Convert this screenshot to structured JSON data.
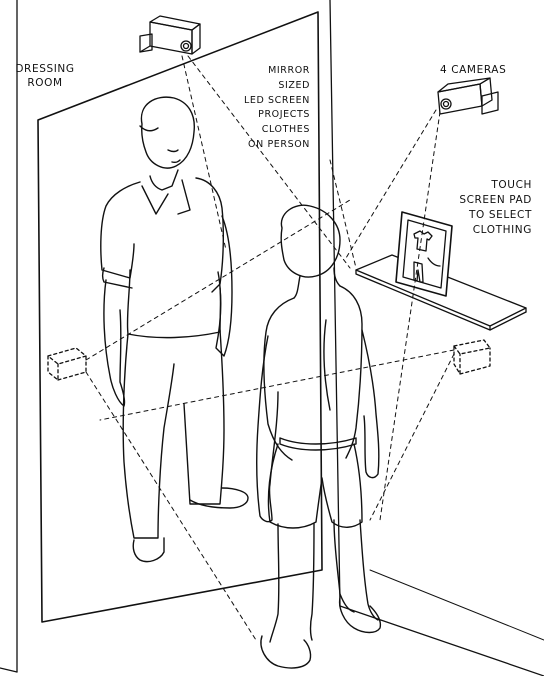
{
  "labels": {
    "dressing_room": "DRESSING\nROOM",
    "mirror": "MIRROR\nSIZED\nLED SCREEN\nPROJECTS\nCLOTHES\nON PERSON",
    "cameras": "4 CAMERAS",
    "touch_pad": "TOUCH\nSCREEN PAD\nTO SELECT\nCLOTHING"
  },
  "icons": {
    "camera_top": "camera-icon",
    "camera_right": "camera-icon",
    "sensor_left": "sensor-box-icon",
    "sensor_right": "sensor-box-icon",
    "touch_pad": "tablet-icon"
  },
  "colors": {
    "ink": "#111111",
    "paper": "#ffffff"
  }
}
